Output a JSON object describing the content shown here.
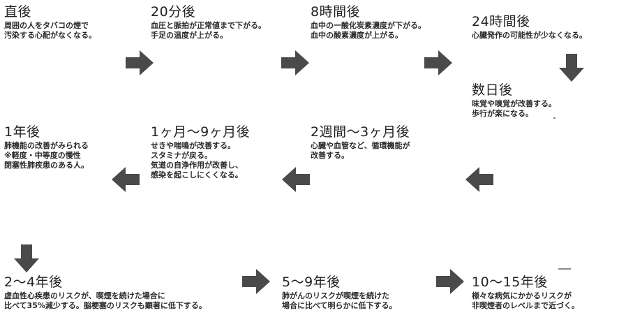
{
  "steps": [
    {
      "title": "直後",
      "desc": "周囲の人をタバコの煙で\n汚染する心配がなくなる。"
    },
    {
      "title": "20分後",
      "desc": "血圧と脈拍が正常値まで下がる。\n手足の温度が上がる。"
    },
    {
      "title": "8時間後",
      "desc": "血中の一酸化炭素濃度が下がる。\n血中の酸素濃度が上がる。"
    },
    {
      "title": "24時間後",
      "desc": "心臓発作の可能性が少なくなる。"
    },
    {
      "title": "数日後",
      "desc": "味覚や嗅覚が改善する。\n歩行が楽になる。"
    },
    {
      "title": "2週間〜3ヶ月後",
      "desc": "心臓や血管など、循環機能が\n改善する。"
    },
    {
      "title": "1ヶ月〜9ヶ月後",
      "desc": "せきや喘鳴が改善する。\nスタミナが戻る。\n気道の自浄作用が改善し、\n感染を起こしにくくなる。"
    },
    {
      "title": "1年後",
      "desc": "肺機能の改善がみられる\n※軽度・中等度の慢性\n閉塞性肺疾患のある人。"
    },
    {
      "title": "2〜4年後",
      "desc": "虚血性心疾患のリスクが、喫煙を続けた場合に\n比べて35%減少する。脳梗塞のリスクも顕著に低下する。"
    },
    {
      "title": "5〜9年後",
      "desc": "肺がんのリスクが喫煙を続けた\n場合に比べて明らかに低下する。"
    },
    {
      "title": "10〜15年後",
      "desc": "様々な病気にかかるリスクが\n非喫煙者のレベルまで近づく。"
    }
  ],
  "arrow_color": "#4a4a4a",
  "arrow_icon": "block-arrow"
}
